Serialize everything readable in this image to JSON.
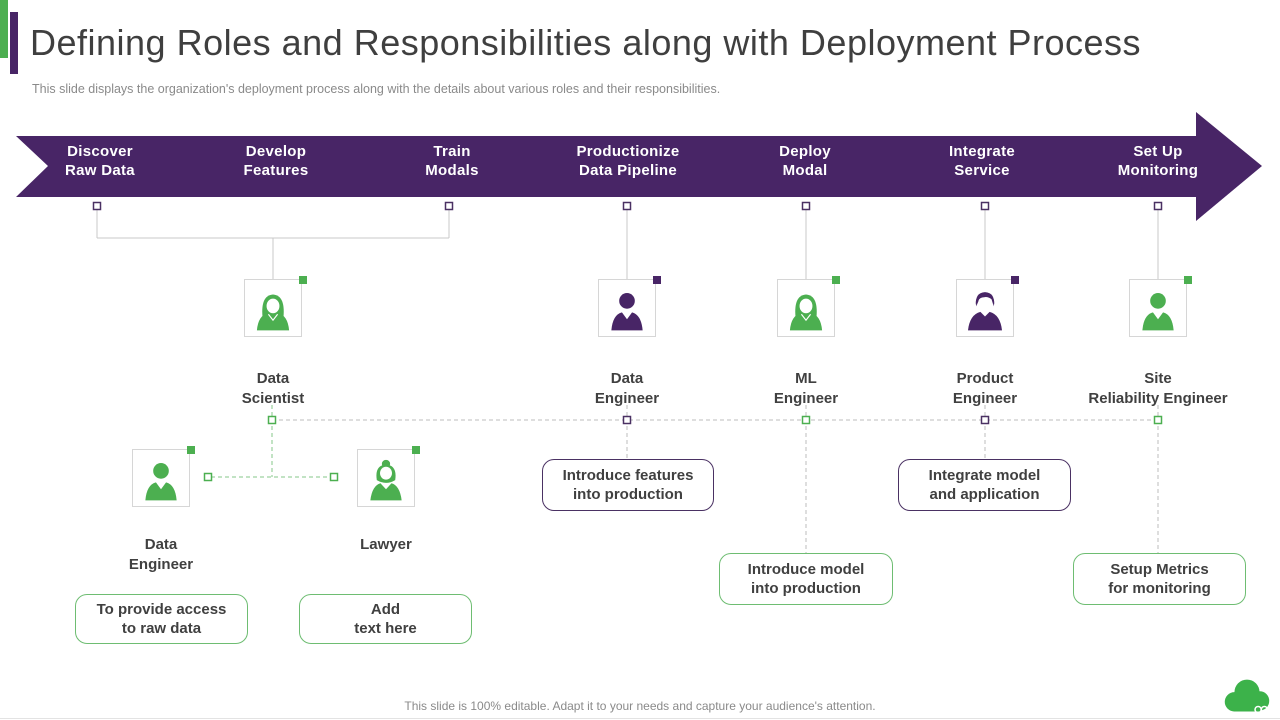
{
  "header": {
    "title": "Defining Roles and Responsibilities along with Deployment Process",
    "subtitle": "This slide displays the organization's deployment process along with the details about various roles and their responsibilities."
  },
  "process_arrow": {
    "stages": [
      {
        "label": "Discover\nRaw Data"
      },
      {
        "label": "Develop\nFeatures"
      },
      {
        "label": "Train\nModals"
      },
      {
        "label": "Productionize\nData Pipeline"
      },
      {
        "label": "Deploy\nModal"
      },
      {
        "label": "Integrate\nService"
      },
      {
        "label": "Set Up\nMonitoring"
      }
    ]
  },
  "roles_primary": [
    {
      "label": "Data\nScientist",
      "icon": "person-female-icon",
      "color": "#4CAF50"
    },
    {
      "label": "Data\nEngineer",
      "icon": "person-male-icon",
      "color": "#482566"
    },
    {
      "label": "ML\nEngineer",
      "icon": "person-female-icon",
      "color": "#4CAF50"
    },
    {
      "label": "Product\nEngineer",
      "icon": "person-male-hair-icon",
      "color": "#482566"
    },
    {
      "label": "Site\nReliability Engineer",
      "icon": "person-male-icon",
      "color": "#4CAF50"
    }
  ],
  "roles_secondary": [
    {
      "label": "Data\nEngineer",
      "icon": "person-male-icon",
      "color": "#4CAF50"
    },
    {
      "label": "Lawyer",
      "icon": "person-female-bun-icon",
      "color": "#4CAF50"
    }
  ],
  "callouts": [
    {
      "text": "Introduce features\ninto production",
      "style": "purple"
    },
    {
      "text": "Integrate model\nand application",
      "style": "purple"
    },
    {
      "text": "Introduce model\ninto production",
      "style": "green"
    },
    {
      "text": "Setup Metrics\nfor monitoring",
      "style": "green"
    },
    {
      "text": "To provide access\nto raw data",
      "style": "green"
    },
    {
      "text": "Add\ntext here",
      "style": "green"
    }
  ],
  "footer": {
    "note": "This slide is 100% editable. Adapt it to your needs and capture your audience's attention."
  },
  "colors": {
    "purple": "#482566",
    "green": "#4CAF50",
    "title_text": "#3F3F3F",
    "muted_text": "#8A8A8A",
    "label_text": "#404040"
  }
}
